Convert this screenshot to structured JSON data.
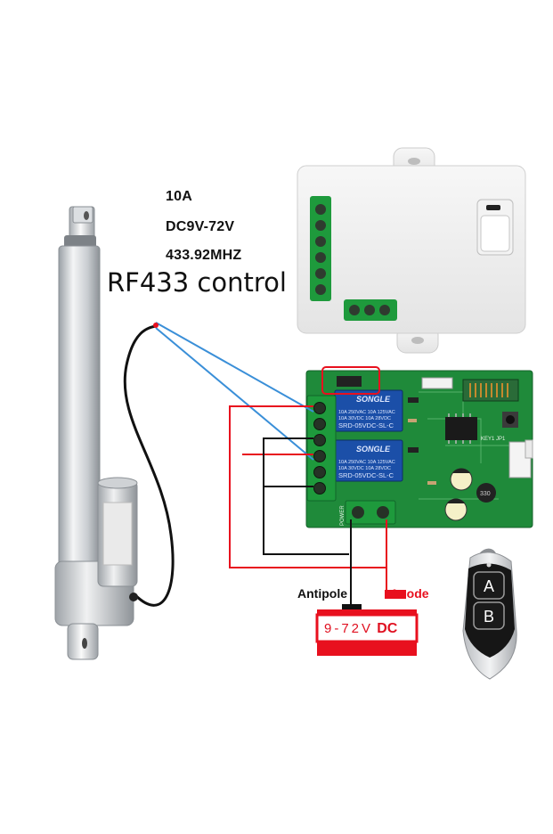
{
  "specs": {
    "current": "10A",
    "voltage": "DC9V-72V",
    "frequency": "433.92MHZ"
  },
  "title": "RF433 control",
  "relay": {
    "brand": "SONGLE",
    "rating_1": "10A 250VAC  10A 125VAC",
    "rating_2": "10A 30VDC   10A 28VDC",
    "model": "SRD-05VDC-SL-C"
  },
  "board": {
    "side_label": "KEY1 JP1",
    "inductor": "330",
    "power_label": "POWER"
  },
  "labels": {
    "antipole": "Antipole",
    "anode": "Anode"
  },
  "battery": {
    "voltage": "9-72V",
    "unit": "DC"
  },
  "remote": {
    "button_a": "A",
    "button_b": "B"
  },
  "colors": {
    "positive_wire": "#e8101e",
    "negative_wire": "#111111",
    "motor_wire": "#3a8fd8",
    "pcb": "#1f8a3a",
    "relay": "#1b4fa8",
    "terminal": "#1e9a3c"
  }
}
